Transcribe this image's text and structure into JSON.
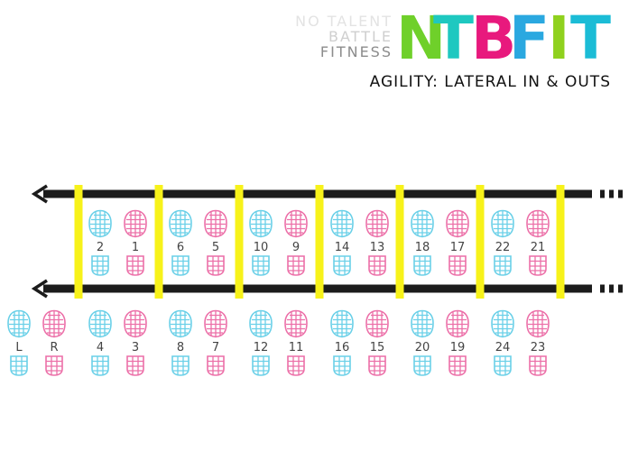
{
  "header": {
    "tagline": [
      "NO TALENT",
      "BATTLE",
      "FITNESS"
    ],
    "brand": [
      {
        "letter": "N",
        "color": "#6fd02a"
      },
      {
        "letter": "T",
        "color": "#1ec8c0"
      },
      {
        "letter": "B",
        "color": "#e8197d"
      },
      {
        "letter": "F",
        "color": "#2aa8e0"
      },
      {
        "letter": "I",
        "color": "#8fd11e"
      },
      {
        "letter": "T",
        "color": "#1bbcd6"
      }
    ],
    "drill_title": "AGILITY: LATERAL IN & OUTS"
  },
  "colors": {
    "left_foot": "#6ad0e8",
    "right_foot": "#ec6fa8",
    "rung": "#f7f21a",
    "rail": "#1c1c1c",
    "step_label": "#444444"
  },
  "ladder": {
    "inside_pairs": [
      {
        "left": "2",
        "right": "1"
      },
      {
        "left": "6",
        "right": "5"
      },
      {
        "left": "10",
        "right": "9"
      },
      {
        "left": "14",
        "right": "13"
      },
      {
        "left": "18",
        "right": "17"
      },
      {
        "left": "22",
        "right": "21"
      }
    ],
    "outside_pairs": [
      {
        "left": "L",
        "right": "R"
      },
      {
        "left": "4",
        "right": "3"
      },
      {
        "left": "8",
        "right": "7"
      },
      {
        "left": "12",
        "right": "11"
      },
      {
        "left": "16",
        "right": "15"
      },
      {
        "left": "20",
        "right": "19"
      },
      {
        "left": "24",
        "right": "23"
      }
    ]
  }
}
